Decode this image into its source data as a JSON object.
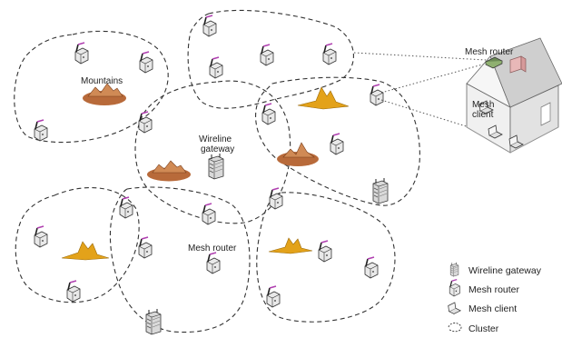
{
  "labels": {
    "mountains": "Mountains",
    "wireline_gateway_line1": "Wireline",
    "wireline_gateway_line2": "gateway",
    "mesh_router_center": "Mesh router",
    "house_mesh_router": "Mesh router",
    "house_mesh_client_line1": "Mesh",
    "house_mesh_client_line2": "client"
  },
  "legend": {
    "items": [
      {
        "icon": "wireline-gateway-icon",
        "label": "Wireline gateway"
      },
      {
        "icon": "mesh-router-icon",
        "label": "Mesh router"
      },
      {
        "icon": "mesh-client-icon",
        "label": "Mesh client"
      },
      {
        "icon": "cluster-icon",
        "label": "Cluster"
      }
    ]
  },
  "colors": {
    "mountain_brown": "#b86a3a",
    "mountain_orange": "#e3a21a",
    "antenna": "#b03fb0",
    "router_body": "#e8e8e8",
    "house_wall": "#f2f2f2",
    "roof": "#c8c8c8",
    "chimney": "#e8b8b8"
  }
}
